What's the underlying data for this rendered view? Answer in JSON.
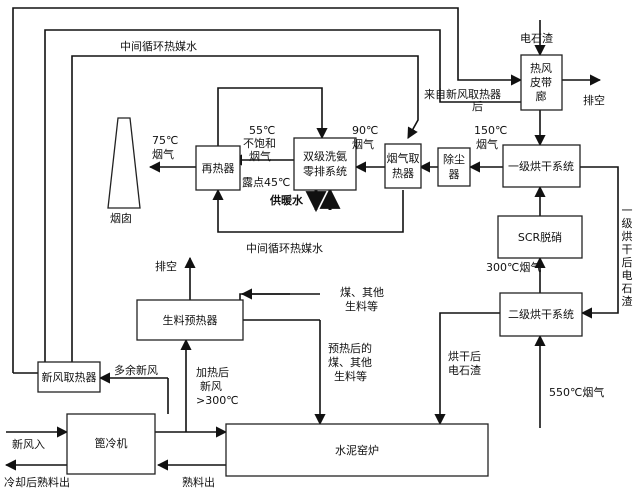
{
  "boxes": {
    "reheater": "再热器",
    "scrubber": [
      "双级洗氨",
      "零排系统"
    ],
    "flue_heat": [
      "烟气取",
      "热器"
    ],
    "dust": [
      "除尘",
      "器"
    ],
    "dryer1": "一级烘干系统",
    "belt": [
      "热风",
      "皮带",
      "廊"
    ],
    "scr": "SCR脱硝",
    "dryer2": "二级烘干系统",
    "preheater": "生料预热器",
    "fresh_air": "新风取热器",
    "cooler": "篦冷机",
    "kiln": "水泥窑炉"
  },
  "labels": {
    "mid_loop_top": "中间循环热媒水",
    "mid_loop_bottom": "中间循环热媒水",
    "chimney": "烟囱",
    "carbide": "电石渣",
    "from_fresh": [
      "来自新风取热器",
      "后"
    ],
    "exhaust_top": "排空",
    "exhaust_mid": "排空",
    "flue75": [
      "75℃",
      "烟气"
    ],
    "flue55": [
      "55℃",
      "不饱和",
      "烟气"
    ],
    "dew": "露点45℃",
    "flue90": [
      "90℃",
      "烟气"
    ],
    "flue150": [
      "150℃",
      "烟气"
    ],
    "heating_water": "供暖水",
    "dried_carbide_right": [
      "一",
      "级",
      "烘",
      "干",
      "后",
      "电",
      "石",
      "渣"
    ],
    "flue300": "300℃烟气",
    "coal": [
      "煤、其他",
      "生料等"
    ],
    "preheated": [
      "预热后的",
      "煤、其他",
      "生料等"
    ],
    "dried_carbide": [
      "烘干后",
      "电石渣"
    ],
    "flue550": "550℃烟气",
    "surplus_air": "多余新风",
    "heated_air": [
      "加热后",
      "新风",
      ">300℃"
    ],
    "fresh_in": "新风入",
    "cooled_out": "冷却后熟料出",
    "clinker_out": "熟料出"
  }
}
